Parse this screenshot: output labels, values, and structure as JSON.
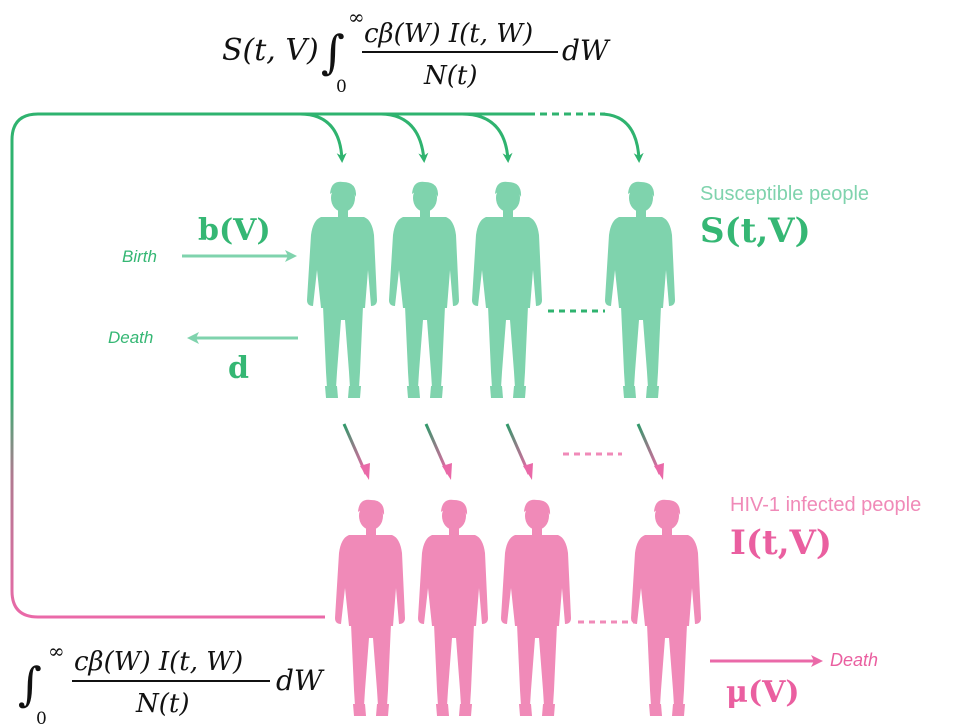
{
  "formula_top": {
    "prefix": "S(t, V)",
    "upper": "∞",
    "lower": "0",
    "numerator": "cβ(W) I(t, W)",
    "denominator": "N(t)",
    "suffix": "dW"
  },
  "formula_bottom": {
    "upper": "∞",
    "lower": "0",
    "numerator": "cβ(W) I(t, W)",
    "denominator": "N(t)",
    "suffix": "dW"
  },
  "susceptible": {
    "caption": "Susceptible people",
    "symbol": "S(t,V)",
    "color": "#7fd3ad"
  },
  "infected": {
    "caption": "HIV-1 infected people",
    "symbol": "I(t,V)",
    "color": "#f08ab8"
  },
  "arrows": {
    "birth_label": "Birth",
    "birth_rate": "b(V)",
    "death_label": "Death",
    "death_rate": "d",
    "infected_death_label": "Death",
    "infected_death_rate": "μ(V)"
  },
  "colors": {
    "line_green": "#2fb36f",
    "line_pink": "#ea69a8",
    "text_green": "#35b774",
    "text_pink": "#ea5fa0"
  }
}
